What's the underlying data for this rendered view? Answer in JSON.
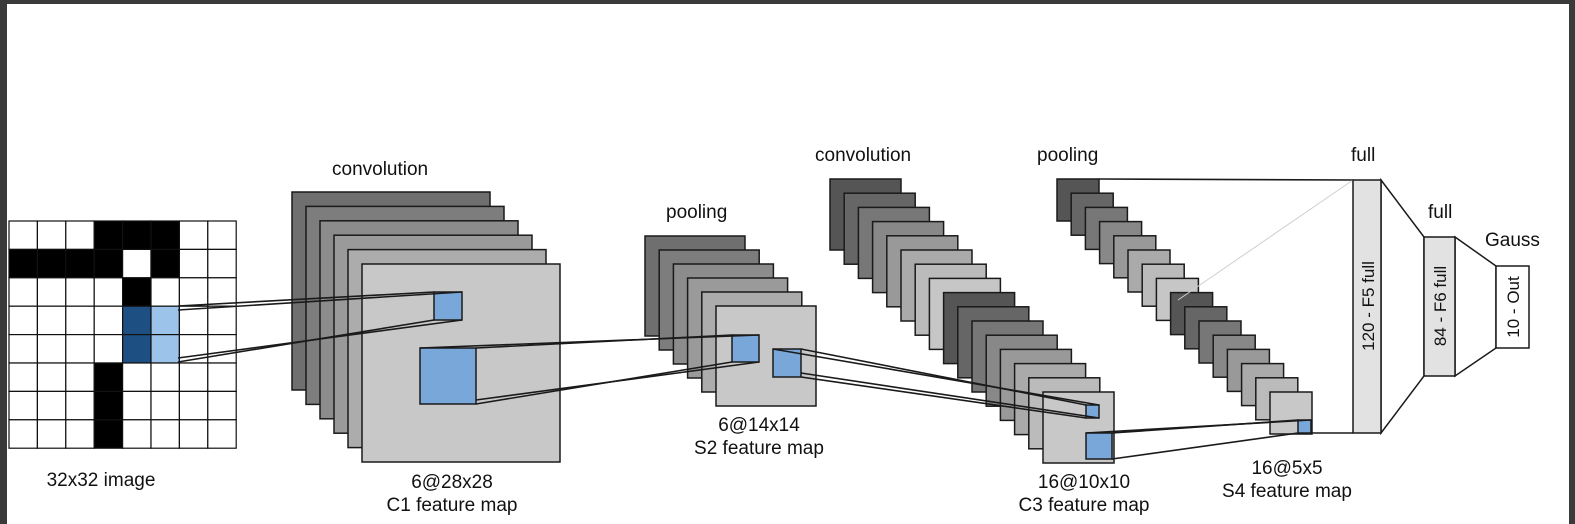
{
  "stage_labels": {
    "conv1": "convolution",
    "pool1": "pooling",
    "conv2": "convolution",
    "pool2": "pooling",
    "full1": "full",
    "full2": "full",
    "gauss": "Gauss"
  },
  "captions": {
    "input": "32x32 image",
    "c1_size": "6@28x28",
    "c1_name": "C1 feature map",
    "s2_size": "6@14x14",
    "s2_name": "S2 feature map",
    "c3_size": "16@10x10",
    "c3_name": "C3 feature map",
    "s4_size": "16@5x5",
    "s4_name": "S4 feature map"
  },
  "layers": {
    "f5": "120 - F5 full",
    "f6": "84 - F6 full",
    "out": "10 - Out"
  },
  "colors": {
    "highlight": "#7aa7d9",
    "highlight_dark": "#1e4f82",
    "plane_fill": "#c8c8c8",
    "frame": "#1a1a1a"
  }
}
